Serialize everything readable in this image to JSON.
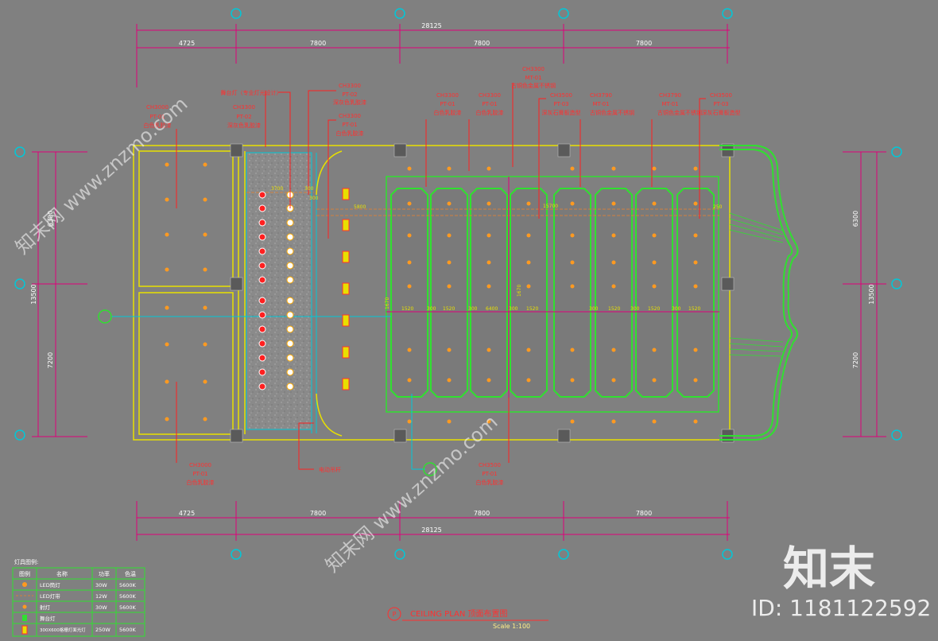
{
  "dims": {
    "top_total": "28125",
    "top_segments": [
      "4725",
      "7800",
      "7800",
      "7800"
    ],
    "bottom_total": "28125",
    "bottom_segments": [
      "4725",
      "7800",
      "7800",
      "7800"
    ],
    "left_total": "13500",
    "left_segments": [
      "6300",
      "7200"
    ],
    "right_total": "13500",
    "right_segments": [
      "6300",
      "7200"
    ]
  },
  "annotations": {
    "a1": [
      "CH3000",
      "PT-01",
      "白色乳胶漆"
    ],
    "a2": [
      "舞台灯（专业灯光设计）"
    ],
    "a3": [
      "CH3300",
      "PT-02",
      "深灰色乳胶漆"
    ],
    "a4": [
      "CH3300",
      "PT-02",
      "深灰色乳胶漆"
    ],
    "a5": [
      "CH3300",
      "PT-01",
      "白色乳胶漆"
    ],
    "a6": [
      "CH3300",
      "PT-01",
      "白色乳胶漆"
    ],
    "a7": [
      "CH3300",
      "PT-01",
      "白色乳胶漆"
    ],
    "a8": [
      "CH3300",
      "MT-01",
      "古铜色金属不锈钢"
    ],
    "a9": [
      "CH3500",
      "PT-03",
      "深灰石膏板造型"
    ],
    "a10": [
      "CH3790",
      "MT-01",
      "古铜色金属不锈钢"
    ],
    "a11": [
      "CH3790",
      "MT-01",
      "古铜色金属不锈钢"
    ],
    "a12": [
      "CH3500",
      "PT-03",
      "深灰石膏板造型"
    ],
    "b1": [
      "CH3000",
      "PT-01",
      "白色乳胶漆"
    ],
    "b2": [
      "电动吊杆"
    ],
    "b3": [
      "CH3500",
      "PT-01",
      "白色乳胶漆"
    ]
  },
  "inner_dims": [
    "1520",
    "300",
    "1520",
    "300",
    "6400",
    "300",
    "1520",
    "300",
    "1520",
    "300",
    "1520",
    "300",
    "1520"
  ],
  "small_dims": [
    "3700",
    "300",
    "300",
    "5800",
    "15700",
    "250",
    "1670",
    "1670"
  ],
  "legend": {
    "title": "灯具图例:",
    "headers": [
      "图例",
      "名称",
      "功率",
      "色温"
    ],
    "rows": [
      {
        "name": "LED筒灯",
        "power": "30W",
        "temp": "5600K"
      },
      {
        "name": "LED灯带",
        "power": "12W",
        "temp": "5600K"
      },
      {
        "name": "射灯",
        "power": "30W",
        "temp": "5600K"
      },
      {
        "name": "舞台灯",
        "power": "",
        "temp": ""
      },
      {
        "name": "300X600格栅灯面光灯",
        "power": "250W",
        "temp": "5600K"
      }
    ]
  },
  "title_block": {
    "symbol": "P",
    "title": "CEILING PLAN  顶面布置图",
    "scale": "Scale 1:100"
  },
  "watermark": {
    "logo_text": "知末",
    "id_text": "ID: 1181122592",
    "diagonal": "知末网 www.znzmo.com"
  }
}
